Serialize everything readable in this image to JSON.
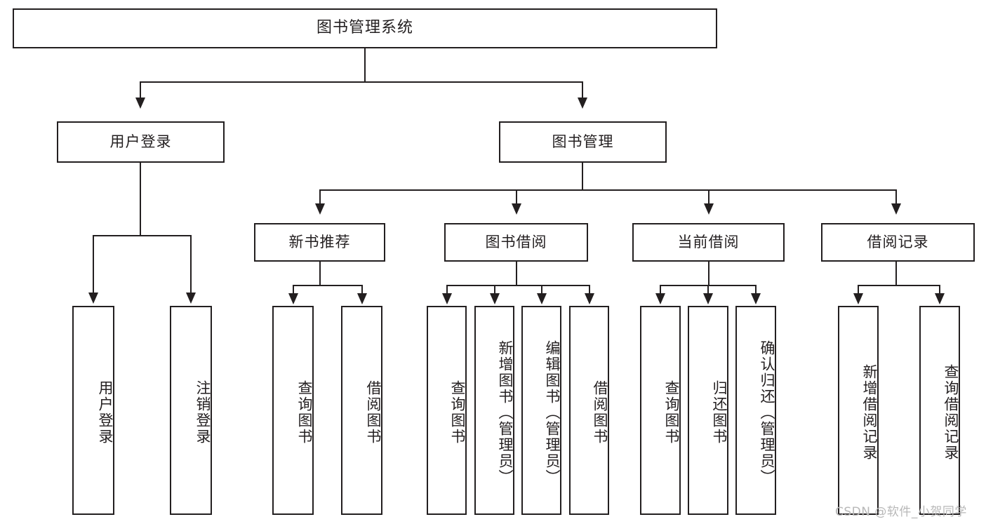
{
  "diagram": {
    "title": "图书管理系统",
    "type": "tree-hierarchy-chart",
    "watermark": "CSDN @软件_小贺同学",
    "root": {
      "label": "图书管理系统"
    },
    "level2": [
      {
        "label": "用户登录"
      },
      {
        "label": "图书管理"
      }
    ],
    "level3": [
      {
        "label": "新书推荐"
      },
      {
        "label": "图书借阅"
      },
      {
        "label": "当前借阅"
      },
      {
        "label": "借阅记录"
      }
    ],
    "leaves": {
      "user_login": [
        {
          "label": "用户登录"
        },
        {
          "label": "注销登录"
        }
      ],
      "new_book_recommend": [
        {
          "label": "查询图书"
        },
        {
          "label": "借阅图书"
        }
      ],
      "book_borrow": [
        {
          "label": "查询图书"
        },
        {
          "label": "新增图书（管理员）"
        },
        {
          "label": "编辑图书（管理员）"
        },
        {
          "label": "借阅图书"
        }
      ],
      "current_borrow": [
        {
          "label": "查询图书"
        },
        {
          "label": "归还图书"
        },
        {
          "label": "确认归还（管理员）"
        }
      ],
      "borrow_record": [
        {
          "label": "新增借阅记录"
        },
        {
          "label": "查询借阅记录"
        }
      ]
    },
    "colors": {
      "stroke": "#231f20",
      "fill": "#ffffff",
      "watermark": "#b8b8b8"
    }
  }
}
